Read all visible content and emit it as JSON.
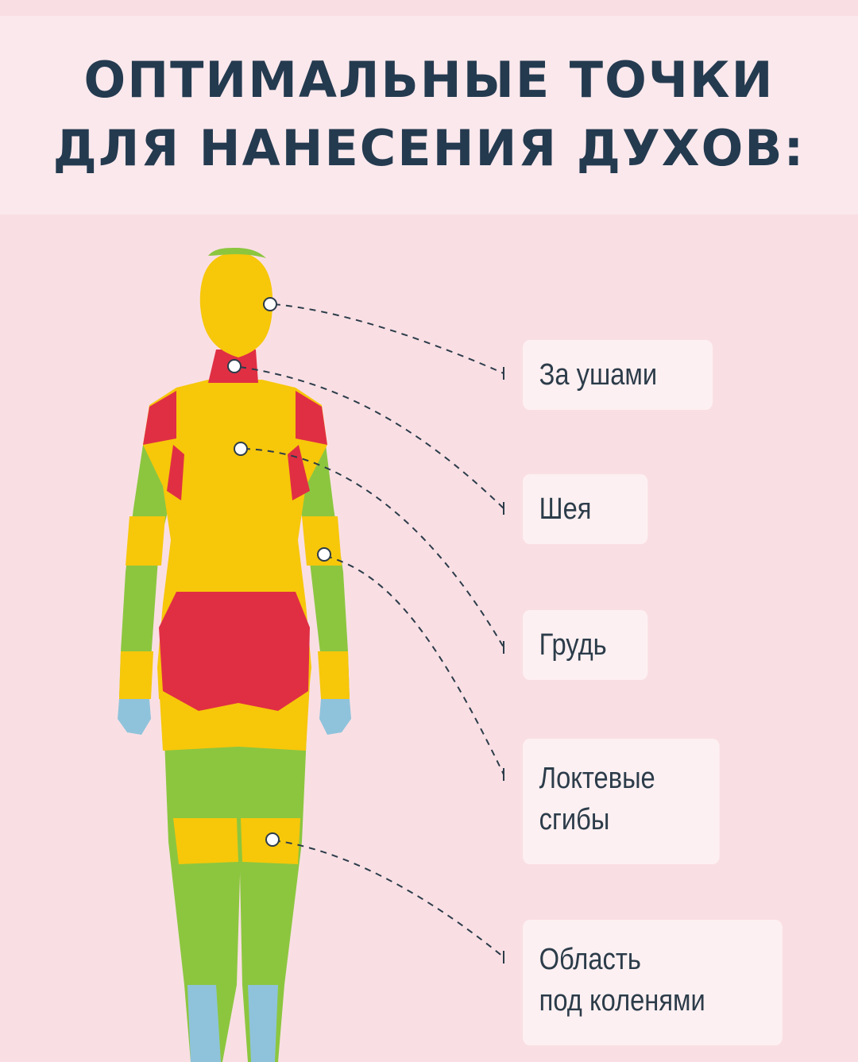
{
  "title": {
    "line1": "ОПТИМАЛЬНЫЕ ТОЧКИ",
    "line2": "ДЛЯ НАНЕСЕНИЯ ДУХОВ:"
  },
  "labels": [
    {
      "id": "behind-ears",
      "lines": [
        "За ушами"
      ]
    },
    {
      "id": "neck",
      "lines": [
        "Шея"
      ]
    },
    {
      "id": "chest",
      "lines": [
        "Грудь"
      ]
    },
    {
      "id": "elbows",
      "lines": [
        "Локтевые",
        "сгибы"
      ]
    },
    {
      "id": "knees",
      "lines": [
        "Область",
        "под коленями"
      ]
    }
  ],
  "colors": {
    "background": "#f9dfe4",
    "header": "#fae8ec",
    "title": "#243a4f",
    "yellow": "#f7c70a",
    "red": "#e02f43",
    "green": "#8cc63f",
    "blue": "#8fc3db"
  }
}
